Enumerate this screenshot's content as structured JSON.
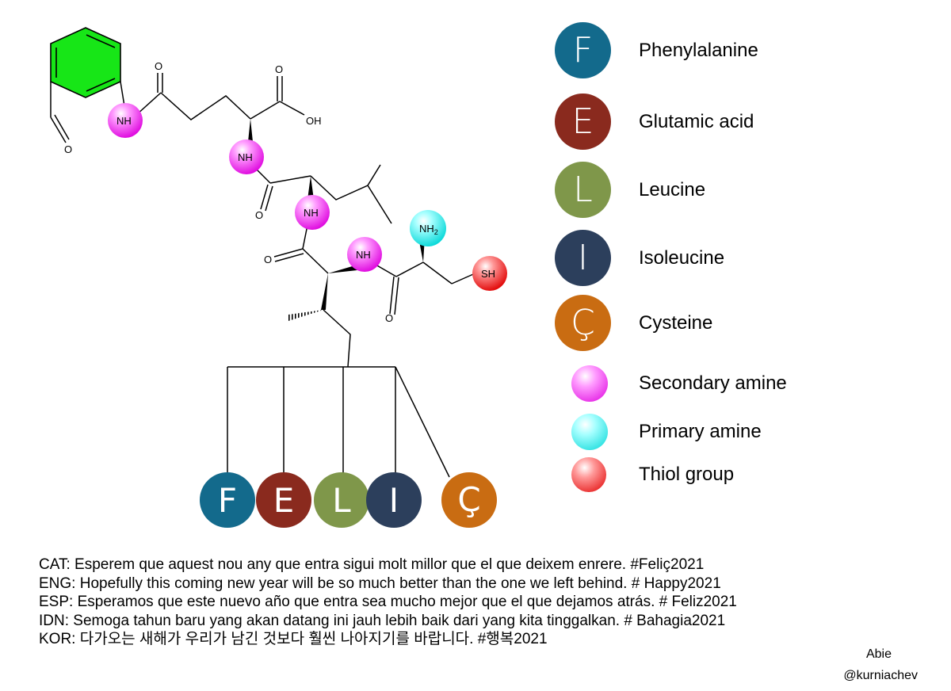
{
  "molecule": {
    "atoms": {
      "o_aldehyde": "O",
      "nh_1": "NH",
      "o_carbonyl_1": "O",
      "o_acid": "O",
      "oh_acid": "OH",
      "nh_2": "NH",
      "o_carbonyl_2": "O",
      "nh_3": "NH",
      "o_carbonyl_3": "O",
      "nh_4": "NH",
      "nh2_terminal": "NH",
      "nh2_subscript": "2",
      "o_carbonyl_4": "O",
      "sh_thiol": "SH"
    },
    "letters": [
      {
        "letter": "F",
        "color": "#136a8c"
      },
      {
        "letter": "E",
        "color": "#8a2a1e"
      },
      {
        "letter": "L",
        "color": "#7f974a"
      },
      {
        "letter": "I",
        "color": "#2c3f5c"
      },
      {
        "letter": "Ç",
        "color": "#c96c12"
      }
    ]
  },
  "legend": {
    "amino_acids": [
      {
        "letter": "F",
        "name": "Phenylalanine",
        "color": "#136a8c"
      },
      {
        "letter": "E",
        "name": "Glutamic acid",
        "color": "#8a2a1e"
      },
      {
        "letter": "L",
        "name": "Leucine",
        "color": "#7f974a"
      },
      {
        "letter": "I",
        "name": "Isoleucine",
        "color": "#2c3f5c"
      },
      {
        "letter": "Ç",
        "name": "Cysteine",
        "color": "#c96c12"
      }
    ],
    "groups": [
      {
        "name": "Secondary amine",
        "color": "#ee33ee"
      },
      {
        "name": "Primary amine",
        "color": "#22dddd"
      },
      {
        "name": "Thiol group",
        "color": "#ee2222"
      }
    ]
  },
  "messages": [
    "CAT: Esperem que aquest nou any que entra sigui molt millor que el que deixem enrere. #Feliç2021",
    "ENG: Hopefully this coming new year will be so much better than the one we left behind. # Happy2021",
    "ESP: Esperamos que este nuevo año que entra sea mucho mejor que el que dejamos atrás. # Feliz2021",
    "IDN: Semoga tahun baru yang akan datang ini jauh lebih baik dari yang kita tinggalkan. # Bahagia2021",
    "KOR: 다가오는 새해가 우리가 남긴 것보다 훨씬 나아지기를 바랍니다. #행복2021"
  ],
  "credit": {
    "author": "Abie",
    "handle": "@kurniachev"
  }
}
